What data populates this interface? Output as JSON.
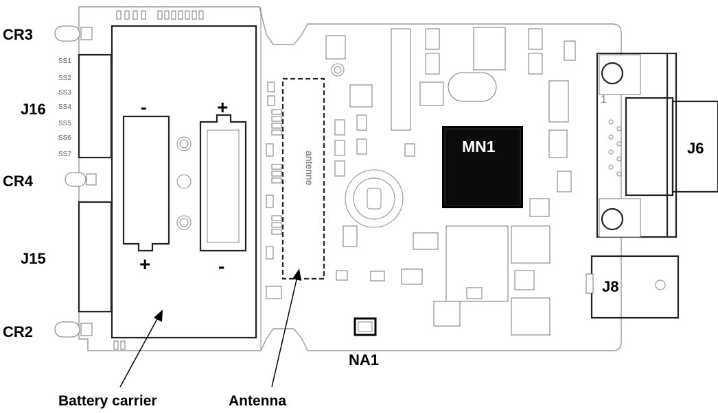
{
  "labels": {
    "cr3": "CR3",
    "j16": "J16",
    "cr4": "CR4",
    "j15": "J15",
    "cr2": "CR2",
    "mn1": "MN1",
    "j6": "J6",
    "j8": "J8",
    "na1": "NA1",
    "battery_carrier": "Battery carrier",
    "antenna": "Antenna"
  },
  "silkscreen": {
    "ss1": "SS1",
    "ss2": "SS2",
    "ss3": "SS3",
    "ss4": "SS4",
    "ss5": "SS5",
    "ss6": "SS6",
    "ss7": "SS7",
    "antenne": "antenne",
    "plus_top": "+",
    "minus_top": "-",
    "plus_bottom": "+",
    "minus_bottom": "-",
    "pin1": "1"
  },
  "colors": {
    "ink": "#000000",
    "board_outline": "#9a9a9a",
    "silk": "#555555"
  }
}
